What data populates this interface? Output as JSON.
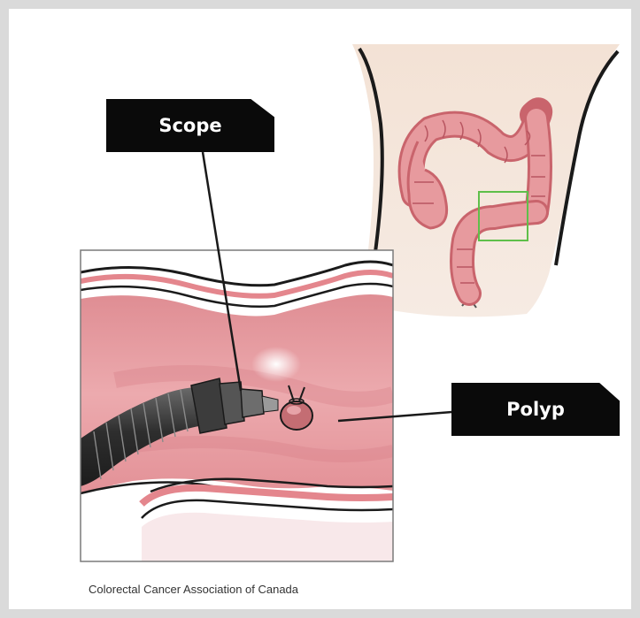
{
  "labels": {
    "scope": "Scope",
    "polyp": "Polyp"
  },
  "credit": "Colorectal Cancer Association of Canada",
  "colors": {
    "background": "#dadada",
    "label_fill": "#0a0a0a",
    "label_text": "#ffffff",
    "tissue": "#e79a9e",
    "tissue_dark": "#c9646c",
    "highlight_box": "#5fbf4a",
    "scope_body": "#3a3a3a"
  }
}
